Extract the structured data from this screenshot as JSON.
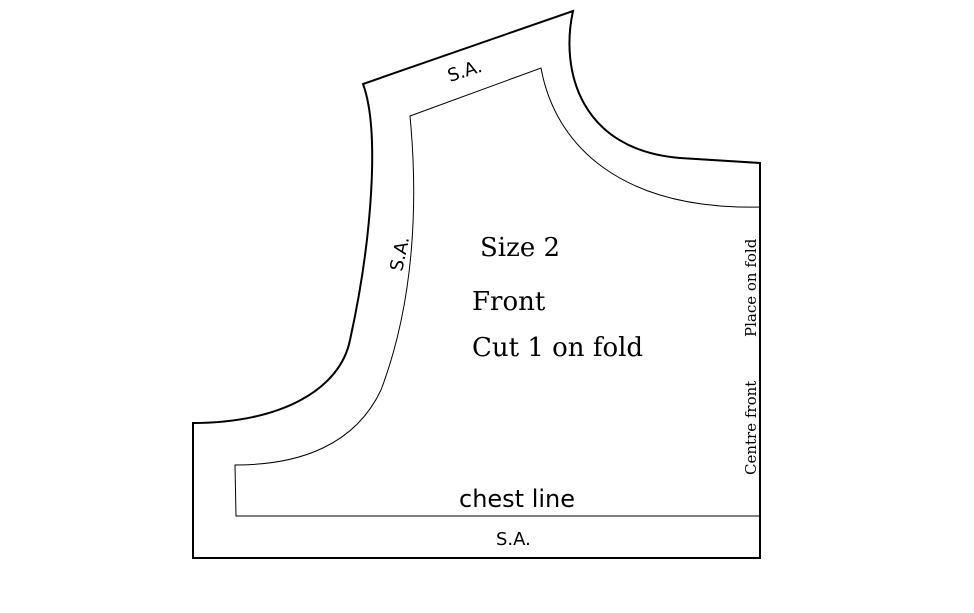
{
  "pattern": {
    "sa_top": "S.A.",
    "sa_side": "S.A.",
    "sa_bottom": "S.A.",
    "size": "Size 2",
    "piece_name": "Front",
    "cut_instruction": "Cut 1 on fold",
    "place_on_fold": "Place on fold",
    "centre_front": "Centre front",
    "chest_line": "chest line"
  }
}
